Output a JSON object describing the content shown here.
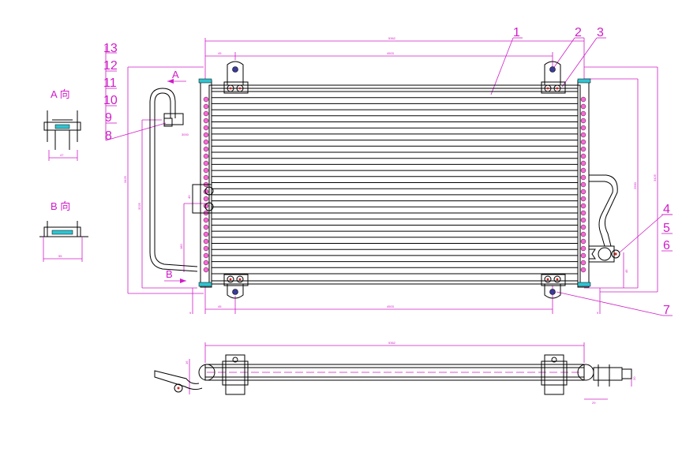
{
  "callouts": [
    "1",
    "2",
    "3",
    "4",
    "5",
    "6",
    "7",
    "8",
    "9",
    "10",
    "11",
    "12",
    "13"
  ],
  "views": {
    "a": "A 向",
    "b": "B 向"
  },
  "arrows": {
    "a": "A",
    "b": "B"
  },
  "dimensions": {
    "overall_width": "5362",
    "inner_top": "4503",
    "left_offset_top": "45",
    "bottom_span": "4503",
    "bottom_left": "45",
    "right_height_1": "2960",
    "right_height_2": "3425",
    "left_height_outer": "3425",
    "left_height_inner": "3225",
    "pipe_offset": "3000",
    "bracket_height": "180",
    "bracket_small": "40",
    "right_low": "45",
    "foot_left": "9",
    "foot_right": "9",
    "bottom_total": "5362",
    "port_width": "29",
    "port_small": "20",
    "side_small": "16",
    "view_a_width": "47",
    "view_b_width": "55"
  },
  "colors": {
    "dimension": "#d01cc8",
    "outline": "#000000",
    "tab": "#2ec4d0",
    "bolt": "#3a3a9a",
    "rivet": "#ff66d8"
  }
}
